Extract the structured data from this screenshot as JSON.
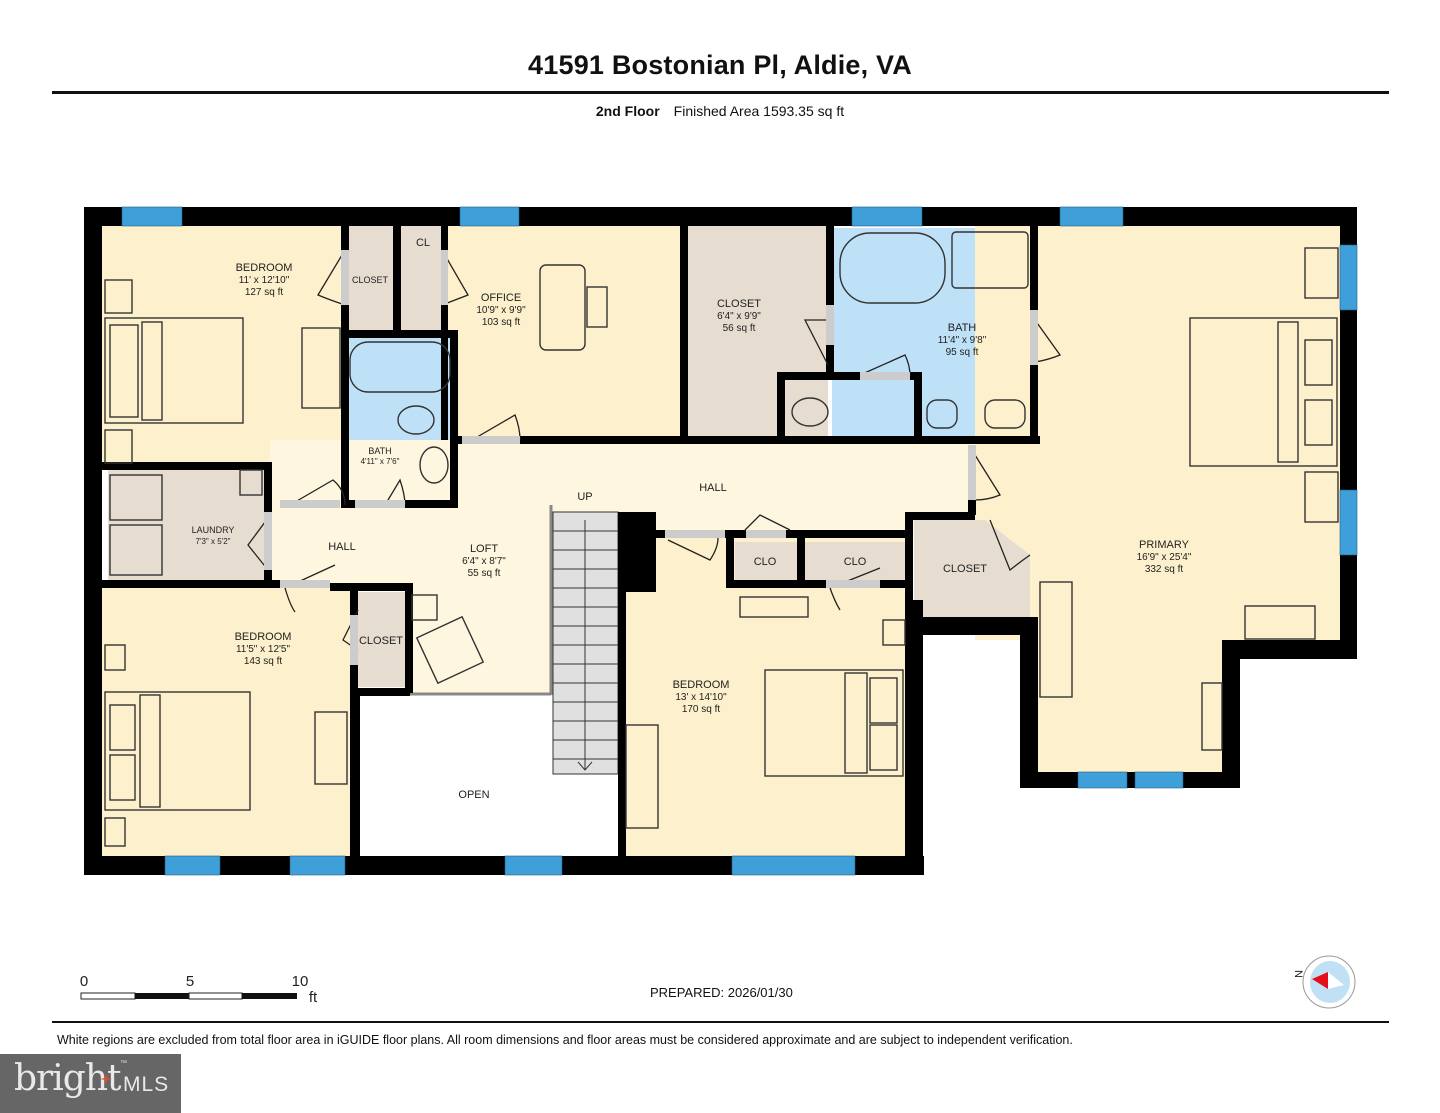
{
  "header": {
    "title": "41591 Bostonian Pl, Aldie, VA",
    "floor": "2nd Floor",
    "finished_area": "Finished Area 1593.35 sq ft"
  },
  "colors": {
    "wall": "#000000",
    "living": "#fdf0cc",
    "hall": "#fef6de",
    "closet": "#e6ddd0",
    "bath": "#bfe1f8",
    "window": "#3f9fd8",
    "stairs": "#e0e0e0",
    "open": "#ffffff"
  },
  "rooms": [
    {
      "name": "BEDROOM",
      "dims": "11' x 12'10\"",
      "area": "127 sq ft"
    },
    {
      "name": "CLOSET",
      "dims": "",
      "area": ""
    },
    {
      "name": "CL",
      "dims": "",
      "area": ""
    },
    {
      "name": "OFFICE",
      "dims": "10'9\" x 9'9\"",
      "area": "103 sq ft"
    },
    {
      "name": "CLOSET",
      "dims": "6'4\" x 9'9\"",
      "area": "56 sq ft"
    },
    {
      "name": "BATH",
      "dims": "11'4\" x 9'8\"",
      "area": "95 sq ft"
    },
    {
      "name": "BATH",
      "dims": "4'11\" x 7'6\"",
      "area": ""
    },
    {
      "name": "LAUNDRY",
      "dims": "7'3\" x 5'2\"",
      "area": ""
    },
    {
      "name": "HALL",
      "dims": "",
      "area": ""
    },
    {
      "name": "LOFT",
      "dims": "6'4\" x 8'7\"",
      "area": "55 sq ft"
    },
    {
      "name": "HALL",
      "dims": "",
      "area": ""
    },
    {
      "name": "UP",
      "dims": "",
      "area": ""
    },
    {
      "name": "CLO",
      "dims": "",
      "area": ""
    },
    {
      "name": "CLO",
      "dims": "",
      "area": ""
    },
    {
      "name": "CLOSET",
      "dims": "",
      "area": ""
    },
    {
      "name": "PRIMARY",
      "dims": "16'9\" x 25'4\"",
      "area": "332 sq ft"
    },
    {
      "name": "BEDROOM",
      "dims": "11'5\" x 12'5\"",
      "area": "143 sq ft"
    },
    {
      "name": "CLOSET",
      "dims": "",
      "area": ""
    },
    {
      "name": "BEDROOM",
      "dims": "13' x 14'10\"",
      "area": "170 sq ft"
    },
    {
      "name": "OPEN",
      "dims": "",
      "area": ""
    }
  ],
  "scale_bar": {
    "ticks": [
      "0",
      "5",
      "10"
    ],
    "unit": "ft"
  },
  "prepared": "PREPARED: 2026/01/30",
  "compass": {
    "label": "N"
  },
  "disclaimer": "White regions are excluded from total floor area in iGUIDE floor plans. All room dimensions and floor areas must be considered approximate and are subject to independent verification.",
  "watermark": {
    "brand": "bright",
    "suffix": "MLS",
    "tm": "™"
  }
}
